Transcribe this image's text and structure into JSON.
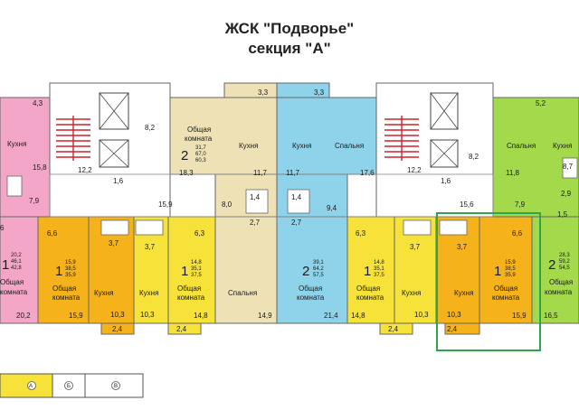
{
  "title": {
    "line1": "ЖСК \"Подворье\"",
    "line2": "секция \"А\""
  },
  "colors": {
    "pink": "#f4a6c8",
    "orange": "#f6b21a",
    "yellow": "#f7e23a",
    "beige": "#efe1b6",
    "blue": "#8ed3ea",
    "green": "#a3d94a",
    "wall": "#555555",
    "highlight": "#2ea44f"
  },
  "rooms": {
    "pink_kitchen": "Кухня",
    "pink_15_8": "15,8",
    "pink_4_3": "4,3",
    "pink_7_9": "7,9",
    "pink_6": "6",
    "pink_total": "1",
    "pink_area1": "20,2",
    "pink_area2": "46,1",
    "pink_area3": "42,8",
    "pink_obsh": "Общая",
    "pink_komnata": "комната",
    "pink_20_2": "20,2",
    "o1_6_6": "6,6",
    "o1_total": "1",
    "o1_a1": "15,9",
    "o1_a2": "38,5",
    "o1_a3": "35,9",
    "o1_obsh": "Общая",
    "o1_komnata": "комната",
    "o1_15_9": "15,9",
    "o1_kitchen": "Кухня",
    "o1_3_7": "3,7",
    "o1_10_3": "10,3",
    "o1_2_4": "2,4",
    "y1_3_7": "3,7",
    "y1_kitchen": "Кухня",
    "y1_10_3": "10,3",
    "y1_6_3": "6,3",
    "y1_total": "1",
    "y1_a1": "14,8",
    "y1_a2": "35,1",
    "y1_a3": "37,5",
    "y1_obsh": "Общая",
    "y1_komnata": "комната",
    "y1_14_8": "14,8",
    "y1_2_4": "2,4",
    "b_2_total": "2",
    "b_a1": "31,7",
    "b_a2": "67,0",
    "b_a3": "60,3",
    "b_obsh": "Общая",
    "b_komnata": "комната",
    "b_18_3": "18,3",
    "b_kitchen": "Кухня",
    "b_11_7": "11,7",
    "b_3_3": "3,3",
    "b_8_0": "8,0",
    "b_spal": "Спальня",
    "b_14_9": "14,9",
    "b_1_4": "1,4",
    "b_2_7": "2,7",
    "c_3_3": "3,3",
    "c_kitchen": "Кухня",
    "c_11_7": "11,7",
    "c_spal": "Спальня",
    "c_17_6": "17,6",
    "c_1_4": "1,4",
    "c_2_7": "2,7",
    "c_9_4": "9,4",
    "c_total": "2",
    "c_a1": "39,1",
    "c_a2": "64,2",
    "c_a3": "57,5",
    "c_obsh": "Общая",
    "c_komnata": "комната",
    "c_21_4": "21,4",
    "y2_6_3": "6,3",
    "y2_total": "1",
    "y2_a1": "14,8",
    "y2_a2": "35,1",
    "y2_a3": "37,5",
    "y2_obsh": "Общая",
    "y2_komnata": "комната",
    "y2_14_8": "14,8",
    "y2_3_7": "3,7",
    "y2_kitchen": "Кухня",
    "y2_10_3": "10,3",
    "y2_2_4": "2,4",
    "o2_3_7": "3,7",
    "o2_kitchen": "Кухня",
    "o2_10_3": "10,3",
    "o2_2_4": "2,4",
    "o2_6_6": "6,6",
    "o2_total": "1",
    "o2_a1": "15,9",
    "o2_a2": "38,5",
    "o2_a3": "35,9",
    "o2_obsh": "Общая",
    "o2_komnata": "комната",
    "o2_15_9": "15,9",
    "g_5_2": "5,2",
    "g_spal": "Спальня",
    "g_11_8": "11,8",
    "g_kitchen": "Кухня",
    "g_8_7": "8,7",
    "g_7_9": "7,9",
    "g_2_9": "2,9",
    "g_1_5": "1,5",
    "g_total": "2",
    "g_a1": "28,3",
    "g_a2": "59,2",
    "g_a3": "54,5",
    "g_obsh": "Общая",
    "g_komnata": "комната",
    "g_16_5": "16,5"
  },
  "corridor": {
    "c8_2": "8,2",
    "c12_2": "12,2",
    "c1_6": "1,6",
    "c15_9": "15,9",
    "c12_2b": "12,2",
    "c1_6b": "1,6",
    "c8_2b": "8,2",
    "c15_6": "15,6"
  },
  "legend": {
    "a": "А",
    "b": "Б",
    "v": "В"
  }
}
